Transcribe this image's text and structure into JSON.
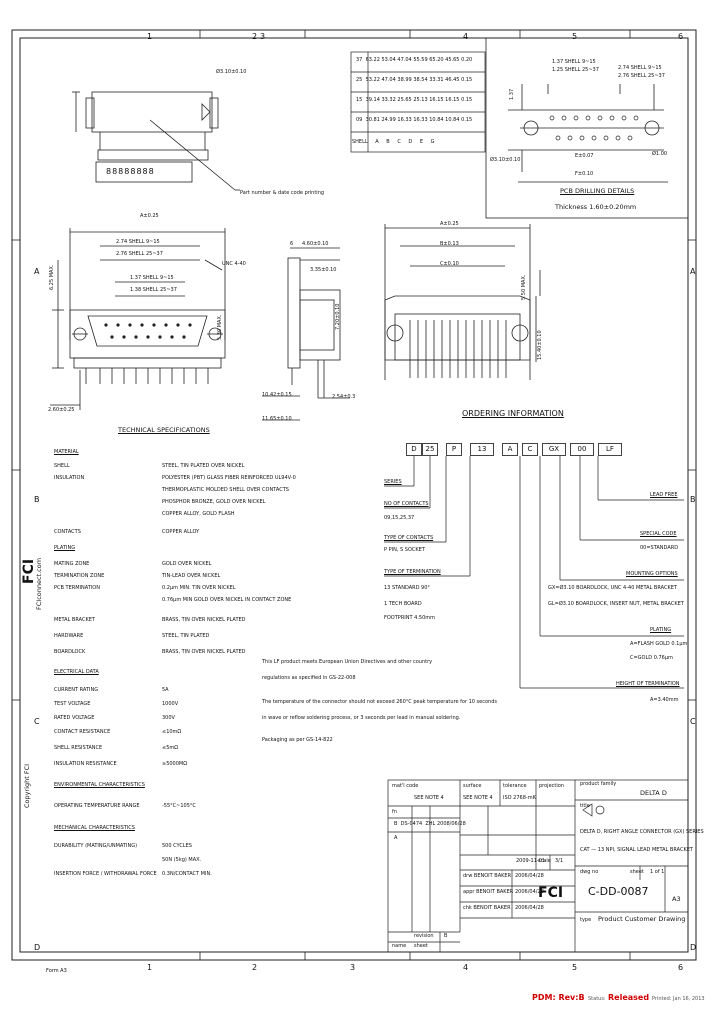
{
  "border": {
    "col_labels": [
      "1",
      "2",
      "3",
      "4",
      "5",
      "6"
    ],
    "row_labels": [
      "A",
      "B",
      "C",
      "D"
    ]
  },
  "pcb": {
    "title": "PCB DRILLING DETAILS",
    "thickness": "Thickness 1.60±0.20mm",
    "dims": [
      "1.37 SHELL 9~15",
      "1.25 SHELL 25~37",
      "2.74 SHELL 9~15",
      "2.76 SHELL 25~37",
      "1.37",
      "E±0.07",
      "F±0.10",
      "Ø3.10±0.10",
      "Ø1.00"
    ]
  },
  "table": {
    "header": [
      "SHELL",
      "A",
      "B",
      "C",
      "D",
      "E",
      "G"
    ],
    "rows": [
      [
        "37",
        "63.22",
        "53.04",
        "47.04",
        "55.59",
        "65.20",
        "45.65"
      ],
      [
        "25",
        "53.22",
        "47.04",
        "38.99",
        "38.54",
        "33.31",
        "46.45"
      ],
      [
        "15",
        "39.14",
        "33.32",
        "25.65",
        "25.13",
        "16.15",
        "16.15"
      ],
      [
        "09",
        "30.81",
        "24.99",
        "16.33",
        "16.33",
        "10.84",
        "10.84"
      ]
    ],
    "tol": [
      "0.20",
      "0.15",
      "0.15",
      "0.15"
    ]
  },
  "top_view": {
    "label_dim": "Ø3.10±0.10",
    "part_label": "Part number & date code printing",
    "marking": "88888888"
  },
  "front_view": {
    "dims": [
      "A±0.25",
      "2.74 SHELL 9~15",
      "2.76 SHELL 25~37",
      "1.37 SHELL 9~15",
      "1.38 SHELL 25~37",
      "UNC 4-40",
      "5.30 MAX.",
      "6.25 MAX.",
      "2.60±0.25"
    ]
  },
  "side_view": {
    "dims": [
      "6",
      "4.60±0.10",
      "3.35±0.10",
      "7.20±0.10",
      "10.42±0.15",
      "11.65±0.10",
      "2.54±0.3"
    ]
  },
  "right_view": {
    "dims": [
      "A±0.25",
      "B±0.13",
      "C±0.10",
      "5.50 MAX.",
      "15.40±0.10"
    ]
  },
  "tech_spec": {
    "title": "TECHNICAL SPECIFICATIONS",
    "material": "MATERIAL",
    "material_rows": [
      [
        "SHELL",
        "STEEL, TIN PLATED OVER NICKEL"
      ],
      [
        "INSULATION",
        "POLYESTER (PBT) GLASS FIBER REINFORCED UL94V-0"
      ],
      [
        "",
        "THERMOPLASTIC MOLDED SHELL OVER CONTACTS"
      ],
      [
        "",
        "PHOSPHOR BRONZE, GOLD OVER NICKEL"
      ],
      [
        "",
        "COPPER ALLOY, GOLD FLASH"
      ]
    ],
    "contacts_label": "CONTACTS",
    "contacts_val": "COPPER ALLOY",
    "plating": "PLATING",
    "plating_rows": [
      [
        "MATING ZONE",
        "GOLD OVER NICKEL"
      ],
      [
        "TERMINATION ZONE",
        "TIN-LEAD OVER NICKEL"
      ],
      [
        "PCB TERMINATION",
        "0.2µm MIN. TIN OVER NICKEL"
      ],
      [
        "",
        "0.76µm MIN GOLD OVER NICKEL IN CONTACT ZONE"
      ]
    ],
    "hardware_rows": [
      [
        "METAL BRACKET",
        "BRASS, TIN OVER NICKEL PLATED"
      ],
      [
        "HARDWARE",
        "STEEL, TIN PLATED"
      ],
      [
        "BOARDLOCK",
        "BRASS, TIN OVER NICKEL PLATED"
      ]
    ],
    "electrical": "ELECTRICAL DATA",
    "electrical_rows": [
      [
        "CURRENT RATING",
        "5A"
      ],
      [
        "TEST VOLTAGE",
        "1000V"
      ],
      [
        "RATED VOLTAGE",
        "300V"
      ],
      [
        "CONTACT RESISTANCE",
        "≤10mΩ"
      ],
      [
        "SHELL RESISTANCE",
        "≤5mΩ"
      ],
      [
        "INSULATION RESISTANCE",
        "≥5000MΩ"
      ]
    ],
    "environmental": "ENVIRONMENTAL CHARACTERISTICS",
    "environmental_rows": [
      [
        "OPERATING TEMPERATURE RANGE",
        "-55°C~105°C"
      ]
    ],
    "mechanical": "MECHANICAL CHARACTERISTICS",
    "mechanical_rows": [
      [
        "DURABILITY (MATING/UNMATING)",
        "500 CYCLES"
      ],
      [
        "",
        "50N (5kg) MAX."
      ],
      [
        "INSERTION FORCE / WITHDRAWAL FORCE",
        "0.3N/CONTACT MIN."
      ]
    ]
  },
  "notes": [
    "This LF product meets European Union Directives and other country",
    "regulations as specified in GS-22-008",
    "The temperature of the connector should not exceed 260°C peak temperature for 10 seconds",
    "in wave or reflow soldering process, or 3 seconds per lead in manual soldering.",
    "Packaging as per GS-14-822"
  ],
  "ordering": {
    "title": "ORDERING INFORMATION",
    "code": [
      "D",
      "25",
      "P",
      "13",
      "A",
      "C",
      "GX",
      "00",
      "LF"
    ],
    "left_labels": [
      "SERIES",
      "NO OF CONTACTS",
      "09,15,25,37",
      "TYPE OF CONTACTS",
      "P PIN, S SOCKET",
      "TYPE OF TERMINATION",
      "13 STANDARD 90°",
      "1 TECH BOARD",
      "FOOTPRINT 4.50mm"
    ],
    "right_labels": [
      "LEAD FREE",
      "SPECIAL CODE",
      "00=STANDARD",
      "MOUNTING OPTIONS",
      "GX=Ø3.10 BOARDLOCK, UNC 4-40 METAL BRACKET",
      "GL=Ø3.10 BOARDLOCK, INSERT NUT, METAL BRACKET",
      "PLATING",
      "A=FLASH GOLD 0.1µm",
      "C=GOLD 0.76µm",
      "HEIGHT OF TERMINATION",
      "A=3.40mm"
    ]
  },
  "titleblock": {
    "mat_code": "mat'l code",
    "mat_val": "SEE NOTE 4",
    "surface": "surface",
    "surface_val": "SEE NOTE 4",
    "tolerance": "tolerance",
    "tol_val": "ISO 2768-mK",
    "projection": "projection",
    "product_family": "product family",
    "family_val": "DELTA D",
    "title": "title",
    "title_l1": "DELTA D, RIGHT ANGLE CONNECTOR (GX) SERIES",
    "title_l2": "CAT — 13 NPI, SIGNAL LEAD METAL BRACKET",
    "dwg_no_label": "dwg no",
    "dwg_no": "C-DD-0087",
    "sheet_label": "sheet",
    "sheet_val": "1 of 1",
    "size_val": "A3",
    "type_label": "type",
    "type_val": "Product Customer Drawing",
    "scale_label": "scale",
    "scale_val": "3/1",
    "fn_label": "fn",
    "rev_label": "revision",
    "rev_val": "B",
    "name_label": "name",
    "sheet2_label": "sheet",
    "date_val": "2009-11-01",
    "logo": "FCI",
    "approvals": [
      [
        "drw",
        "BENOIT BAKER",
        "2006/04/28"
      ],
      [
        "appr",
        "BENOIT BAKER",
        "2006/04/28"
      ],
      [
        "chk",
        "BENOIT BAKER",
        "2006/04/28"
      ]
    ],
    "history": [
      [
        "B",
        "DS-0474",
        "ZHL",
        "2008/06/28"
      ],
      [
        "A",
        "",
        "",
        ""
      ]
    ]
  },
  "side_brand": {
    "name": "FCI",
    "site": "FCIconnect.com",
    "copyright": "Copyright FCI"
  },
  "footer": {
    "form": "Form A3",
    "pdm": "PDM: Rev:B",
    "status_label": "Status:",
    "status_val": "Released",
    "printed": "Printed: Jan 16, 2013"
  }
}
